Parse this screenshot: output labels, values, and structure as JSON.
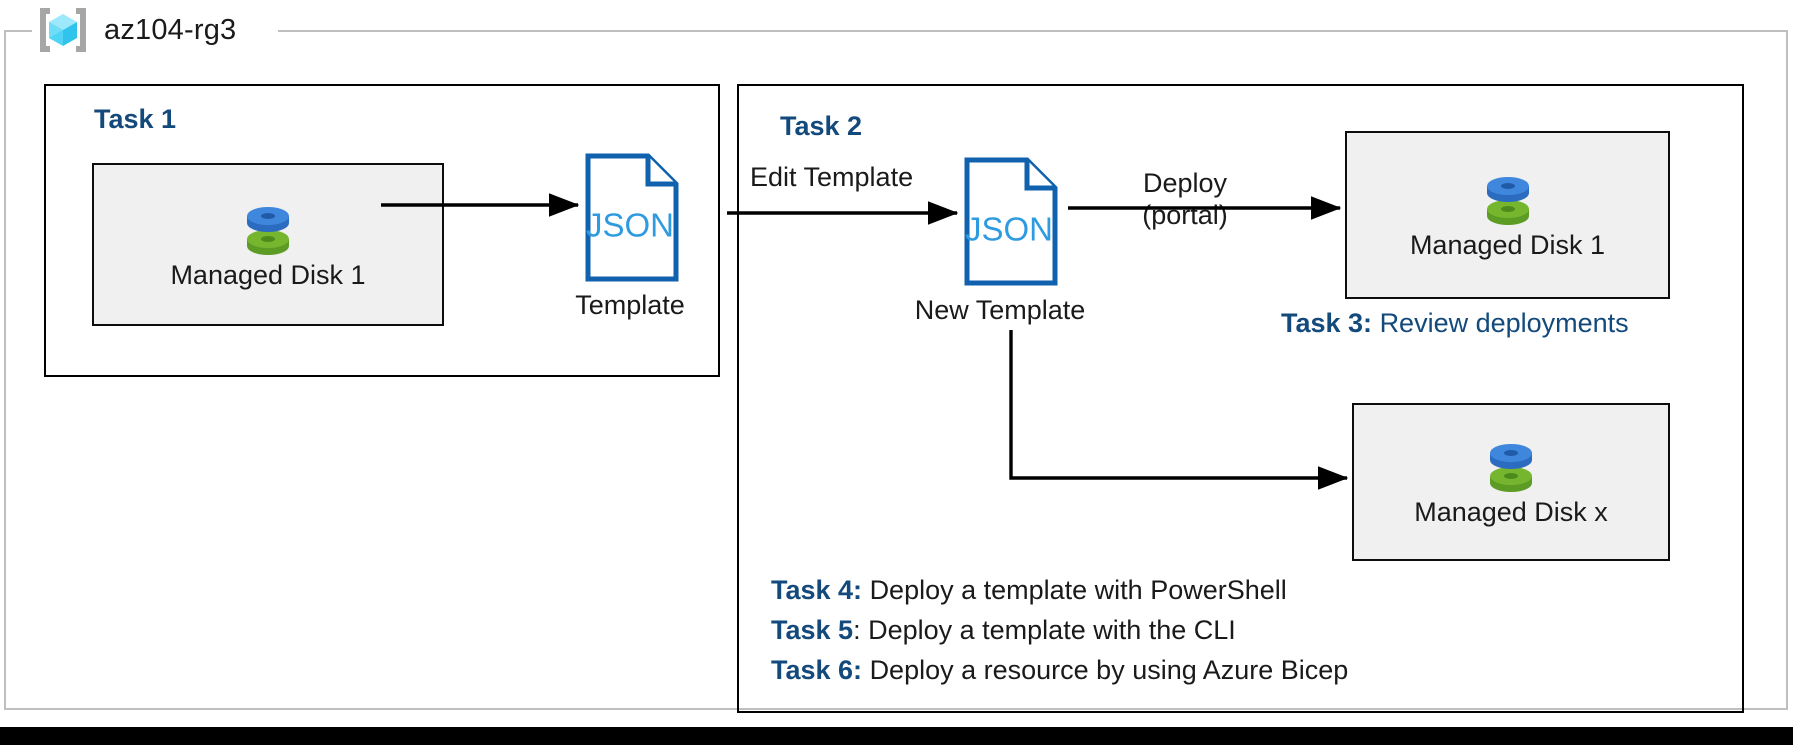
{
  "resource_group": {
    "name": "az104-rg3",
    "icon": "azure-resource-group-icon"
  },
  "task1": {
    "heading": "Task 1",
    "resource": {
      "label": "Managed Disk 1",
      "icon": "managed-disk-icon"
    },
    "template_doc": {
      "icon": "json-file-icon",
      "badge": "JSON",
      "caption": "Template"
    },
    "arrow_label": ""
  },
  "task2": {
    "heading": "Task 2",
    "edit_arrow_label": "Edit Template",
    "template_doc": {
      "icon": "json-file-icon",
      "badge": "JSON",
      "caption": "New Template"
    },
    "deploy_arrow_label_line1": "Deploy",
    "deploy_arrow_label_line2": "(portal)",
    "deployed_resource_top": {
      "label": "Managed Disk 1",
      "icon": "managed-disk-icon"
    },
    "deployed_resource_bottom": {
      "label": "Managed Disk x",
      "icon": "managed-disk-icon"
    }
  },
  "task3": {
    "key": "Task 3:",
    "text": "Review deployments"
  },
  "task4": {
    "key": "Task 4:",
    "text": "Deploy a template with PowerShell"
  },
  "task5": {
    "key": "Task 5",
    "key_suffix": ":",
    "text": "Deploy a template with the CLI"
  },
  "task6": {
    "key": "Task 6:",
    "text": "Deploy a resource by using Azure Bicep"
  },
  "colors": {
    "accent_blue": "#13497B",
    "json_outline": "#1062AE",
    "json_text": "#2E9BE0",
    "tile_fill": "#F0F0F0",
    "frame_gray": "#BFBFBF",
    "disk_blue": "#3B82D6",
    "disk_green": "#6DAE2B",
    "cube_cyan": "#4FD4F5"
  }
}
